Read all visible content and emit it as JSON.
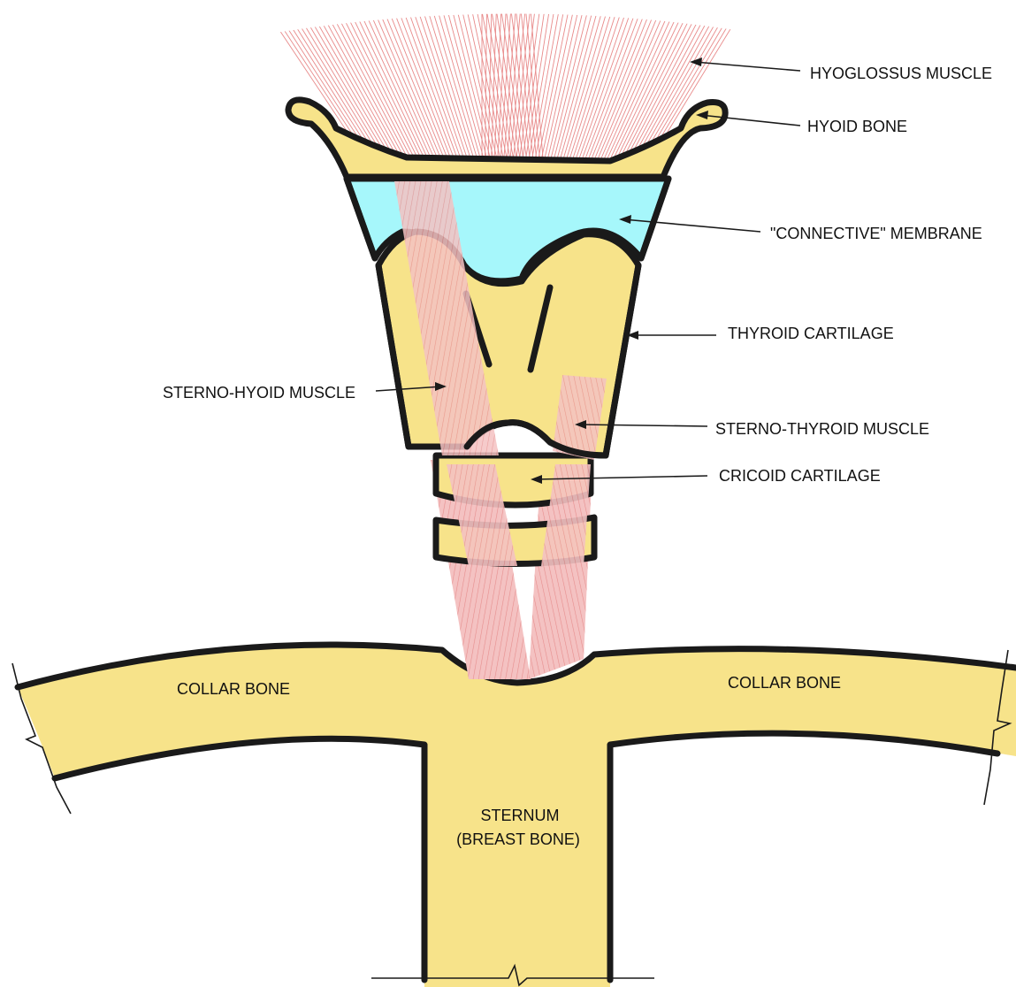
{
  "labels": {
    "hyoglossus_muscle": "HYOGLOSSUS MUSCLE",
    "hyoid_bone": "HYOID BONE",
    "connective_membrane": "\"CONNECTIVE\" MEMBRANE",
    "thyroid_cartilage": "THYROID CARTILAGE",
    "sterno_hyoid_muscle": "STERNO-HYOID MUSCLE",
    "sterno_thyroid_muscle": "STERNO-THYROID MUSCLE",
    "cricoid_cartilage": "CRICOID CARTILAGE",
    "collar_bone_left": "COLLAR BONE",
    "collar_bone_right": "COLLAR BONE",
    "sternum_line1": "STERNUM",
    "sternum_line2": "(BREAST BONE)"
  },
  "colors": {
    "bone": "#f7e38a",
    "membrane": "#a6f7fb",
    "muscle": "#f2b1b1",
    "muscle_line": "#e88a8a",
    "outline": "#1a1a1a"
  }
}
